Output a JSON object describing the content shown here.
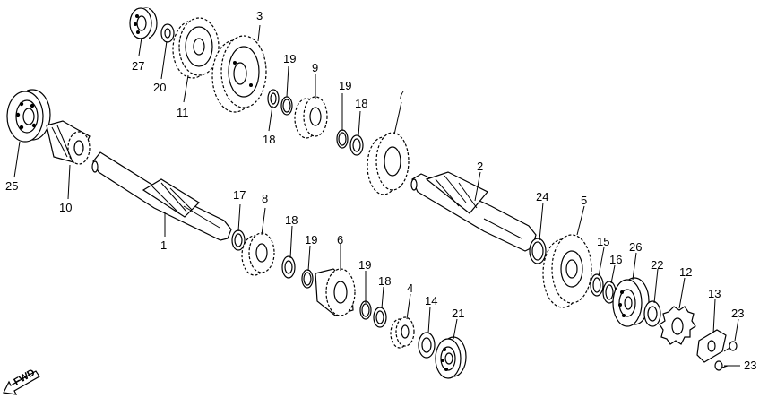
{
  "diagram": {
    "labels": {
      "p1": "1",
      "p2": "2",
      "p3": "3",
      "p4": "4",
      "p5": "5",
      "p6": "6",
      "p7": "7",
      "p8": "8",
      "p9": "9",
      "p10": "10",
      "p11": "11",
      "p12": "12",
      "p13": "13",
      "p14": "14",
      "p15": "15",
      "p16": "16",
      "p17": "17",
      "p18a": "18",
      "p18b": "18",
      "p18c": "18",
      "p18d": "18",
      "p19a": "19",
      "p19b": "19",
      "p19c": "19",
      "p19d": "19",
      "p20": "20",
      "p21": "21",
      "p22": "22",
      "p23a": "23",
      "p23b": "23",
      "p24": "24",
      "p25": "25",
      "p26": "26",
      "p27": "27"
    },
    "fwd": "FWD"
  }
}
